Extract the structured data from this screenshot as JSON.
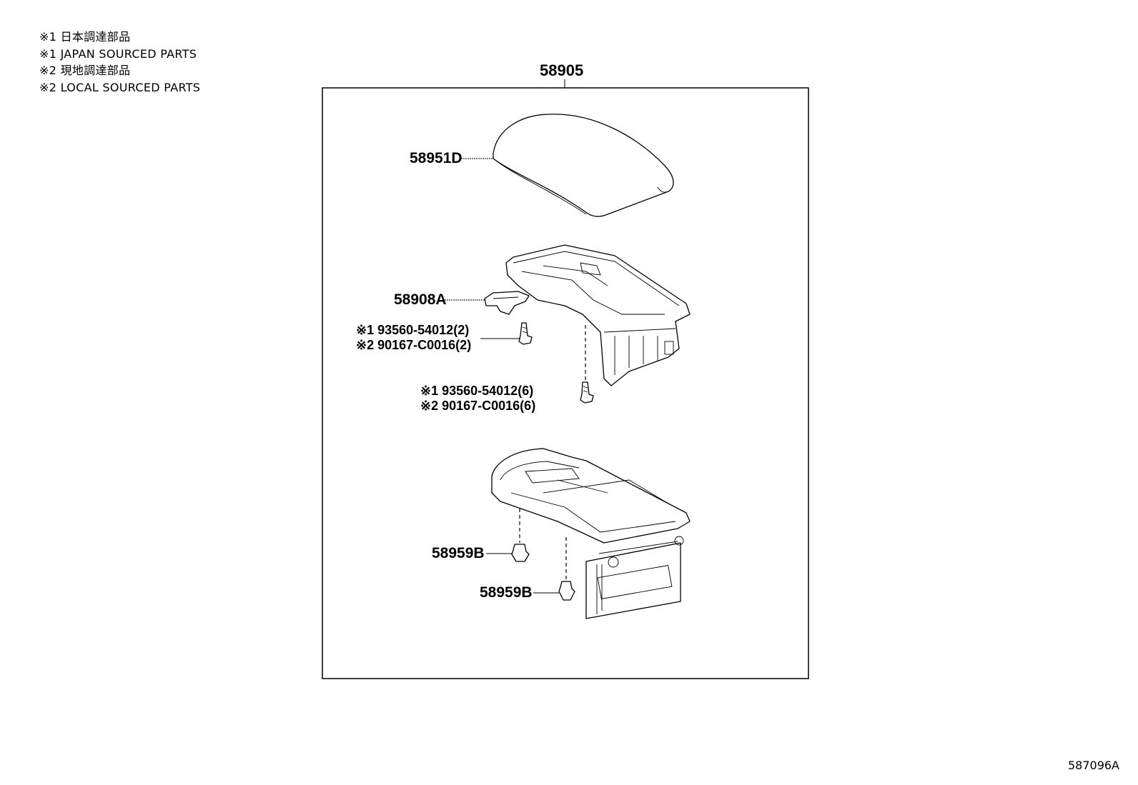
{
  "legend": [
    "※1 日本調達部品",
    "※1 JAPAN SOURCED PARTS",
    "※2 現地調達部品",
    "※2 LOCAL SOURCED PARTS"
  ],
  "assembly_number": "58905",
  "parts": {
    "lid": "58951D",
    "hinge": "58908A",
    "screw_a_line1": "※1 93560-54012(2)",
    "screw_a_line2": "※2 90167-C0016(2)",
    "screw_b_line1": "※1 93560-54012(6)",
    "screw_b_line2": "※2 90167-C0016(6)",
    "clip_1": "58959B",
    "clip_2": "58959B"
  },
  "reference_code": "587096A"
}
